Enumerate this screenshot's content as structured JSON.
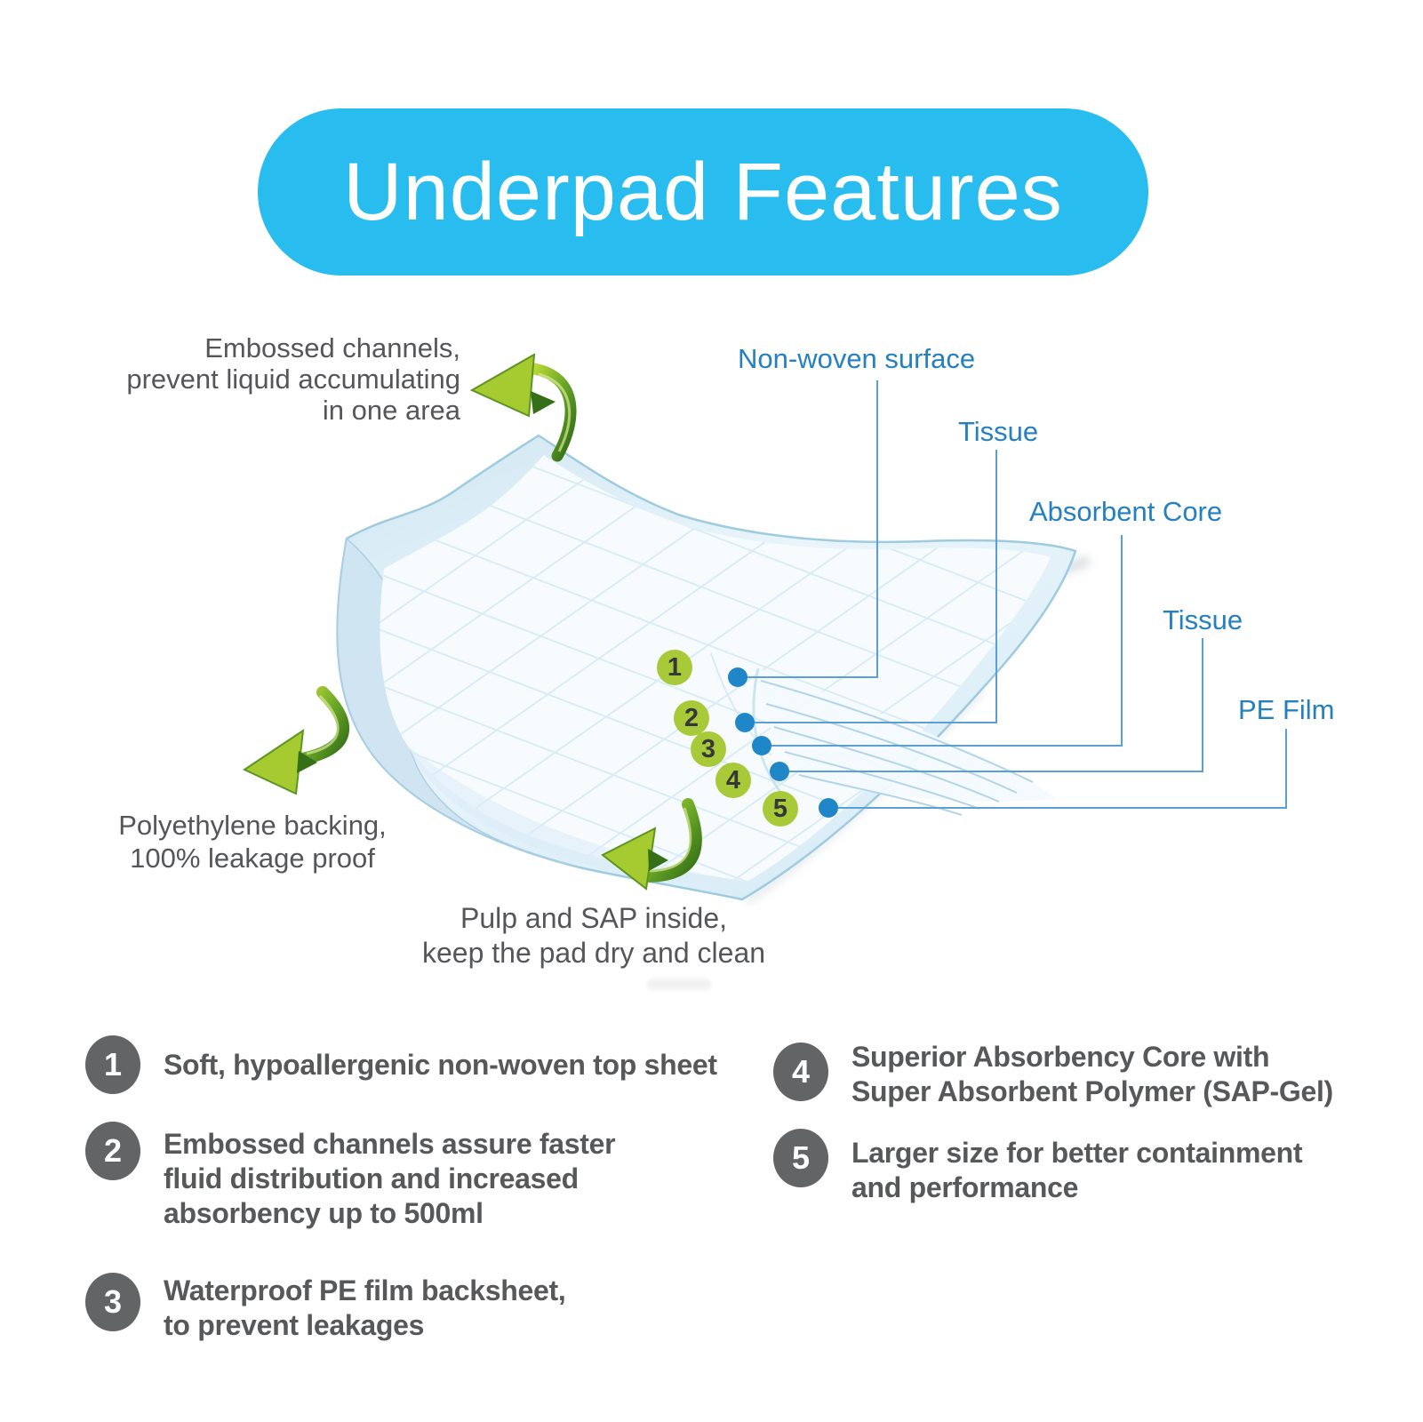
{
  "title": {
    "label": "Underpad Features"
  },
  "colors": {
    "pill_cyan": "#29bdef",
    "label_blue": "#2580c0",
    "dot_blue": "#1f86c8",
    "connector_blue": "#5b9fd4",
    "callout_green": "#a8ca39",
    "feature_badge_gray": "#636466",
    "text_gray": "#57585a",
    "arrow_green_dark": "#2f6b15",
    "arrow_green_light": "#b8d837",
    "pad_blue": "#d6eaf5"
  },
  "annotations": {
    "embossed": {
      "lines": [
        "Embossed channels,",
        "prevent liquid accumulating",
        "in one area"
      ]
    },
    "polyethylene": {
      "lines": [
        "Polyethylene backing,",
        "100% leakage proof"
      ]
    },
    "pulp": {
      "lines": [
        "Pulp and SAP inside,",
        "keep the pad dry and clean"
      ]
    }
  },
  "layer_labels": [
    {
      "id": "non-woven-surface",
      "label": "Non-woven surface"
    },
    {
      "id": "tissue-top",
      "label": "Tissue"
    },
    {
      "id": "absorbent-core",
      "label": "Absorbent Core"
    },
    {
      "id": "tissue-bottom",
      "label": "Tissue"
    },
    {
      "id": "pe-film",
      "label": "PE Film"
    }
  ],
  "callouts": [
    {
      "num": "1"
    },
    {
      "num": "2"
    },
    {
      "num": "3"
    },
    {
      "num": "4"
    },
    {
      "num": "5"
    }
  ],
  "features": [
    {
      "num": "1",
      "lines": [
        "Soft, hypoallergenic non-woven top sheet"
      ]
    },
    {
      "num": "2",
      "lines": [
        "Embossed channels assure faster",
        "fluid distribution and increased",
        "absorbency up to 500ml"
      ]
    },
    {
      "num": "3",
      "lines": [
        "Waterproof PE film backsheet,",
        "to prevent leakages"
      ]
    },
    {
      "num": "4",
      "lines": [
        "Superior Absorbency Core with",
        "Super Absorbent Polymer (SAP-Gel)"
      ]
    },
    {
      "num": "5",
      "lines": [
        "Larger size for better containment",
        "and performance"
      ]
    }
  ]
}
